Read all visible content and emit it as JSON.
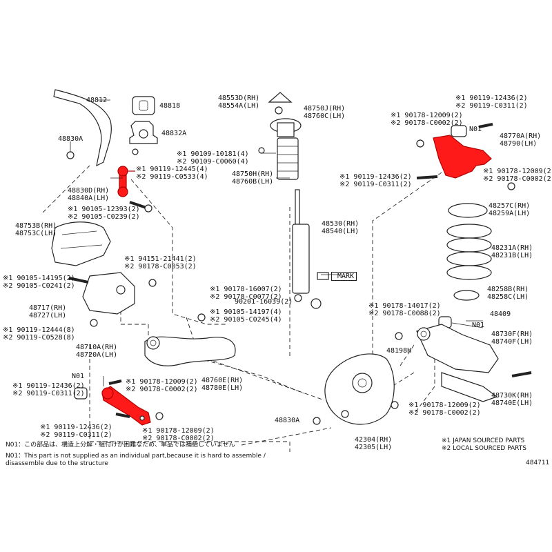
{
  "labels": {
    "l48812": "48812",
    "l48818": "48818",
    "l48832A": "48832A",
    "l48830A_top": "48830A",
    "l90109_a": "※1 90109-10181(4)",
    "l90109_b": "※2 90109-C0060(4)",
    "l48553D": "48553D(RH)",
    "l48554A": "48554A(LH)",
    "l48750J": "48750J(RH)",
    "l48760C": "48760C(LH)",
    "l90119_12445": "※1 90119-12445(4)",
    "l90119_C0533": "※2 90119-C0533(4)",
    "l48830D": "48830D(RH)",
    "l48840A": "48840A(LH)",
    "l48750H": "48750H(RH)",
    "l48760B": "48760B(LH)",
    "l90105_12393": "※1 90105-12393(2)",
    "l90105_C0239": "※2 90105-C0239(2)",
    "l48753B": "48753B(RH)",
    "l48753C": "48753C(LH)",
    "l48530": "48530(RH)",
    "l48540": "48540(LH)",
    "l94151": "※1 94151-21441(2)",
    "l90178_C0053": "※2 90178-C0053(2)",
    "l90105_14195": "※1 90105-14195(2)",
    "l90105_C0241": "※2 90105-C0241(2)",
    "lMARK": "MARK",
    "l90178_16007": "※1 90178-16007(2)",
    "l90178_C0077": "※2 90178-C0077(2)",
    "l90201": "90201-16039(2)",
    "l48717": "48717(RH)",
    "l48727": "48727(LH)",
    "l90105_14197": "※1 90105-14197(4)",
    "l90105_C0245": "※2 90105-C0245(4)",
    "l90119_12444": "※1 90119-12444(8)",
    "l90119_C0528": "※2 90119-C0528(8)",
    "l48710A": "48710A(RH)",
    "l48720A": "48720A(LH)",
    "lN01_left": "N01",
    "l48760E": "48760E(RH)",
    "l48780E": "48780E(LH)",
    "l90119_12436_l1": "※1 90119-12436(2)",
    "l90119_C0311_l1": "※2 90119-C0311(2)",
    "l90178_12009_l1": "※1 90178-12009(2)",
    "l90178_C0002_l1": "※2 90178-C0002(2)",
    "l90119_12436_l2": "※1 90119-12436(2)",
    "l90119_C0311_l2": "※2 90119-C0311(2)",
    "l90178_12009_l2": "※1 90178-12009(2)",
    "l90178_C0002_l2": "※2 90178-C0002(2)",
    "l48830A_bot": "48830A",
    "l42304": "42304(RH)",
    "l42305": "42305(LH)",
    "l90178_14017": "※1 90178-14017(2)",
    "l90178_C0088": "※2 90178-C0088(2)",
    "l48198H": "48198H",
    "l48409": "48409",
    "lN01_right": "N01",
    "l48730F": "48730F(RH)",
    "l48740F": "48740F(LH)",
    "l48730K": "48730K(RH)",
    "l48740E": "48740E(LH)",
    "l90178_12009_r3": "※1 90178-12009(2)",
    "l90178_C0002_r3": "※2 90178-C0002(2)",
    "l190119_12436_tr": "※1 90119-12436(2)",
    "l290119_C0311_tr": "※2 90119-C0311(2)",
    "l90178_12009_tr": "※1 90178-12009(2)",
    "l90178_C0002_tr": "※2 90178-C0002(2)",
    "lN01_top": "N01",
    "l48770A": "48770A(RH)",
    "l48790": "48790(LH)",
    "l190119_12436_mr": "※1 90119-12436(2)",
    "l290119_C0311_mr": "※2 90119-C0311(2)",
    "l90178_12009_mr": "※1 90178-12009(2)",
    "l90178_C0002_mr": "※2 90178-C0002(2)",
    "l48257C": "48257C(RH)",
    "l48259A": "48259A(LH)",
    "l48231A": "48231A(RH)",
    "l48231B": "48231B(LH)",
    "l48258B": "48258B(RH)",
    "l48258C": "48258C(LH)"
  },
  "notes": {
    "n01_jp": "N01：この部品は、構造上分解・組付けが困難なため、単品では補給していません",
    "n01_en1": "N01：This part is not supplied as an individual part,because it is hard to assemble /",
    "n01_en2": "disassemble due to the structure",
    "legend1": "※1 JAPAN SOURCED PARTS",
    "legend2": "※2 LOCAL SOURCED PARTS",
    "figure_no": "484711"
  },
  "colors": {
    "highlight": "#ff1a1a",
    "line": "#222222",
    "background": "#ffffff"
  }
}
